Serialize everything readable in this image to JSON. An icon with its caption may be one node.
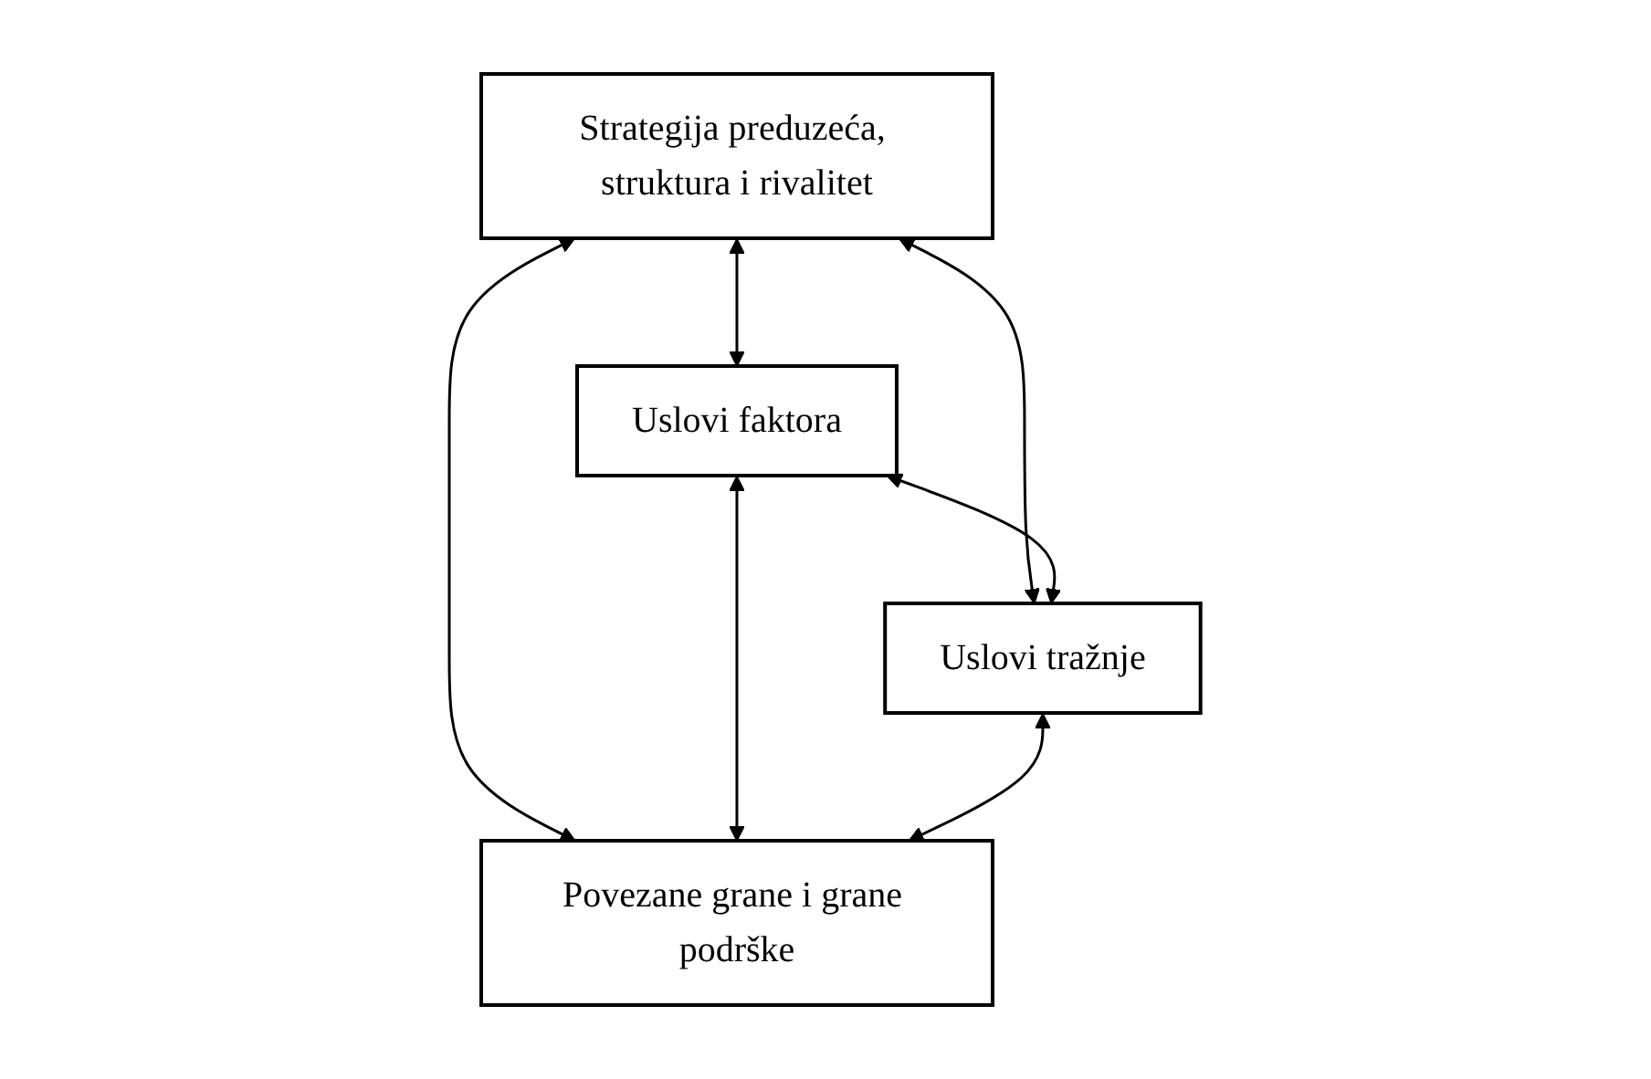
{
  "diagram": {
    "nodes": [
      {
        "text": [
          "Strategija preduzeća, struktura i rivalitet"
        ]
      },
      {
        "text": [
          "Uslovi faktora"
        ]
      },
      {
        "text": [
          "Uslovi tražnje"
        ]
      },
      {
        "text": [
          "Povezane grane i grane podrške"
        ]
      }
    ],
    "edges": [
      {
        "from": 0,
        "to": 1,
        "arrow": "both"
      },
      {
        "from": 0,
        "to": 2,
        "arrow": "both"
      },
      {
        "from": 1,
        "to": 2,
        "arrow": "both"
      },
      {
        "from": 0,
        "to": 3,
        "arrow": "both"
      },
      {
        "from": 1,
        "to": 3,
        "arrow": "both"
      },
      {
        "from": 2,
        "to": 3,
        "arrow": "both"
      }
    ]
  }
}
